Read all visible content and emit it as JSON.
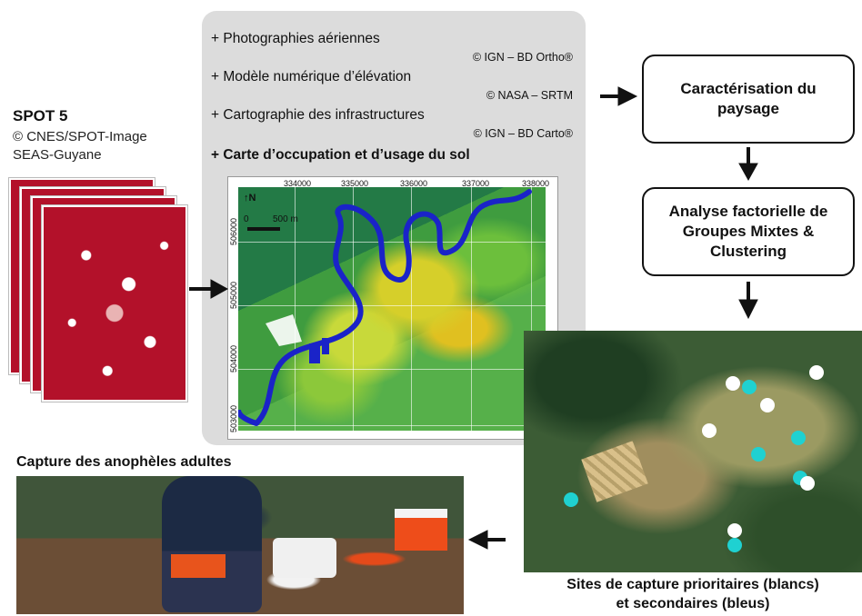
{
  "spot": {
    "title": "SPOT 5",
    "credit_line_1": "© CNES/SPOT-Image",
    "credit_line_2": "SEAS-Guyane"
  },
  "datasets": [
    {
      "label": "+ Photographies aériennes",
      "credit": "© IGN – BD Ortho®"
    },
    {
      "label": "+ Modèle numérique d’élévation",
      "credit": "© NASA – SRTM"
    },
    {
      "label": "+ Cartographie des infrastructures",
      "credit": "© IGN – BD Carto®"
    },
    {
      "label": "+ Carte d’occupation et d’usage du sol",
      "credit": ""
    }
  ],
  "map": {
    "x_ticks": [
      "334000",
      "335000",
      "336000",
      "337000",
      "338000"
    ],
    "y_ticks": [
      "506000",
      "505000",
      "504000",
      "503000"
    ],
    "north_label": "N",
    "scale_zero": "0",
    "scale_label": "500 m"
  },
  "boxes": {
    "paysage": "Caractérisation du paysage",
    "afm": "Analyse factorielle de Groupes Mixtes & Clustering"
  },
  "capture_title": "Capture des anophèles adultes",
  "sites_caption_line_1": "Sites de capture prioritaires (blancs)",
  "sites_caption_line_2": "et secondaires (bleus)",
  "colors": {
    "site_primary": "#ffffff",
    "site_secondary": "#1fd1d1",
    "river": "#1a23c8",
    "panel": "#dcdcdc"
  }
}
